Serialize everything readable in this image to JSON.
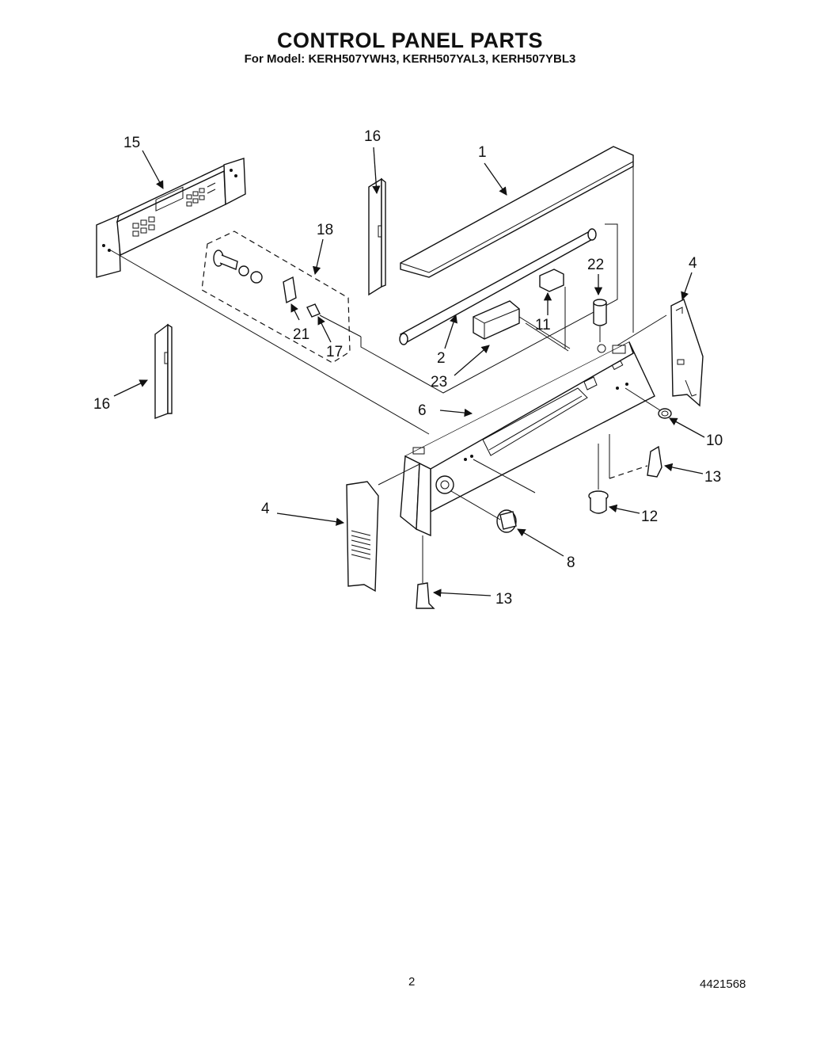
{
  "header": {
    "title": "CONTROL PANEL PARTS",
    "subtitle": "For Model: KERH507YWH3, KERH507YAL3, KERH507YBL3"
  },
  "callouts": {
    "c1": "1",
    "c2": "2",
    "c4a": "4",
    "c4b": "4",
    "c6": "6",
    "c8": "8",
    "c10": "10",
    "c11": "11",
    "c12": "12",
    "c13a": "13",
    "c13b": "13",
    "c15": "15",
    "c16a": "16",
    "c16b": "16",
    "c17": "17",
    "c18": "18",
    "c21": "21",
    "c22": "22",
    "c23": "23"
  },
  "footer": {
    "page_number": "2",
    "doc_number": "4421568"
  }
}
